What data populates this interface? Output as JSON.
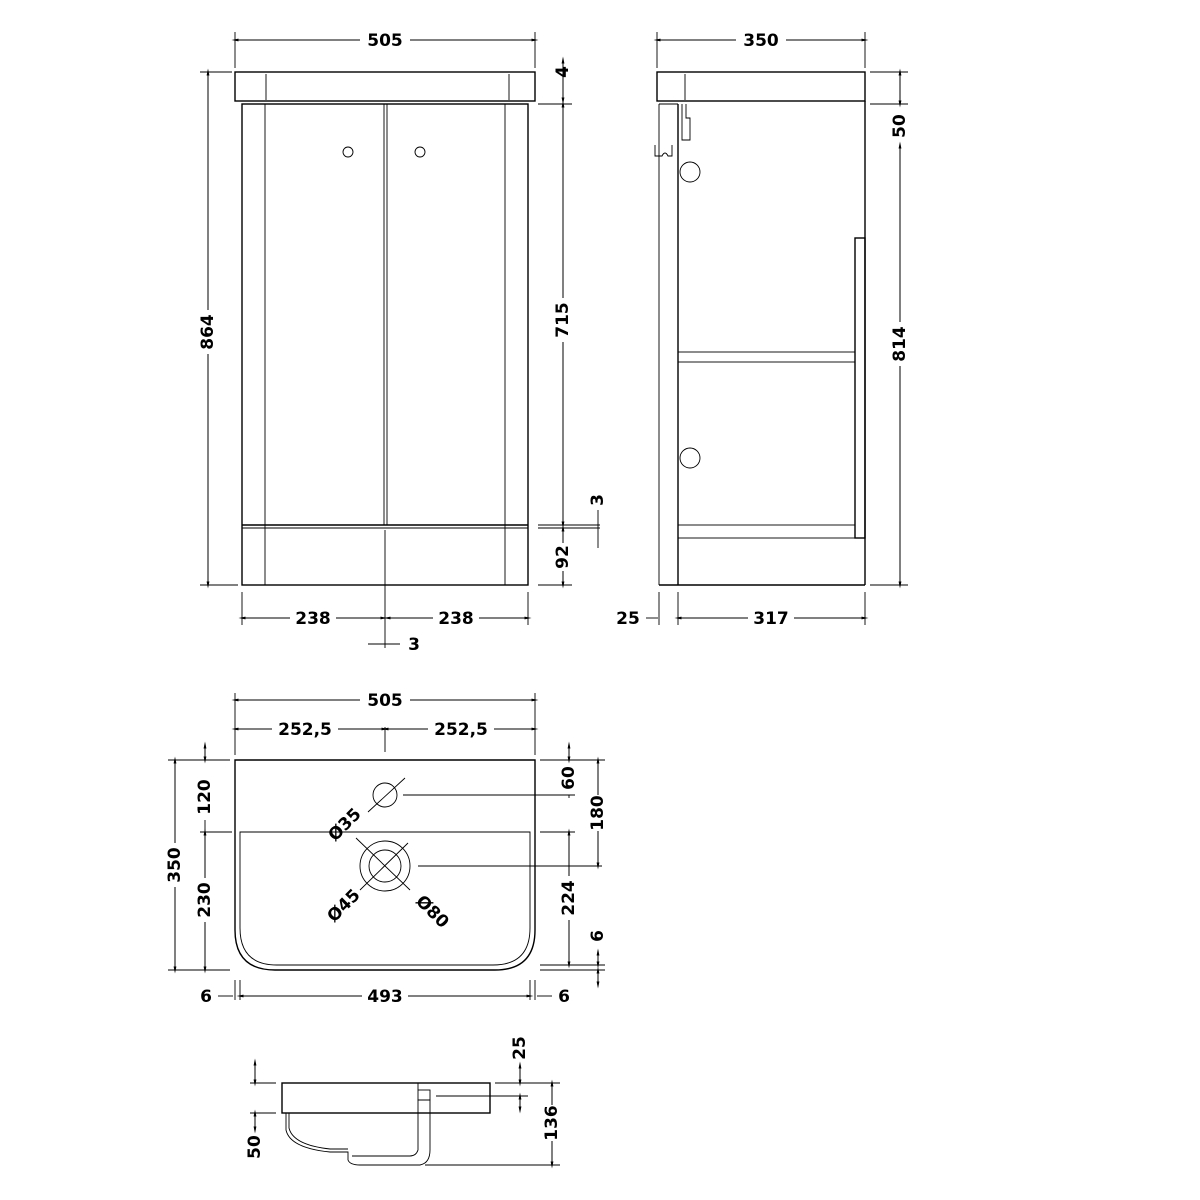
{
  "front": {
    "width": "505",
    "height": "864",
    "door_height": "715",
    "top_gap": "4",
    "plinth_gap": "3",
    "plinth": "92",
    "door_left": "238",
    "door_right": "238",
    "door_gap": "3"
  },
  "side": {
    "depth": "350",
    "height": "814",
    "top": "50",
    "back_gap": "25",
    "carcass_depth": "317"
  },
  "basin": {
    "width": "505",
    "half_left": "252,5",
    "half_right": "252,5",
    "depth": "350",
    "front_to_bowl": "120",
    "bowl_depth": "230",
    "tap_offset": "60",
    "waste_offset": "180",
    "bowl_to_waste": "224",
    "rim": "6",
    "tap_dia": "Ø35",
    "waste_dia": "Ø45",
    "waste_outer_dia": "Ø80",
    "edge_left": "6",
    "bowl_width": "493",
    "edge_right": "6"
  },
  "profile": {
    "rim_height": "50",
    "tap_height": "25",
    "total_height": "136"
  }
}
